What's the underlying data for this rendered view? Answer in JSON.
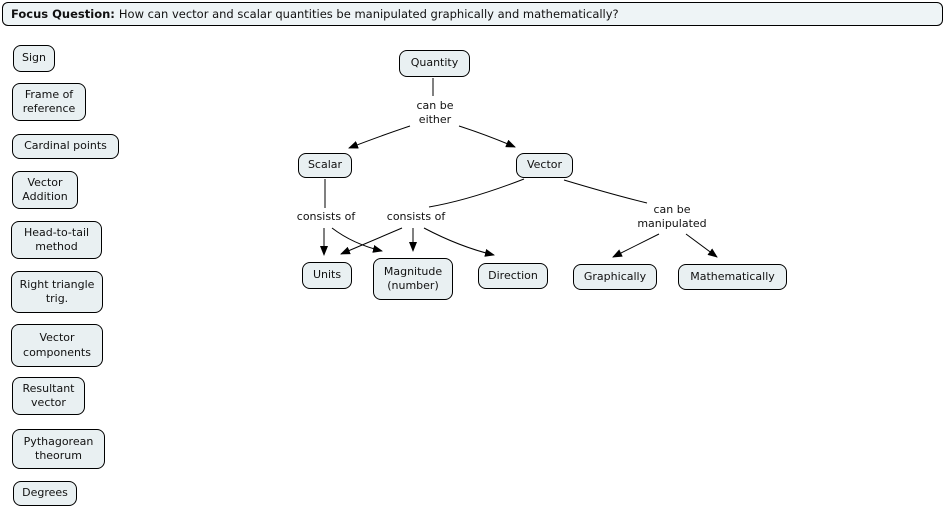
{
  "focus_question": {
    "label": "Focus Question:",
    "text": "How can vector and scalar quantities be manipulated graphically and mathematically?"
  },
  "parking_lot": {
    "items": [
      "Sign",
      "Frame of reference",
      "Cardinal points",
      "Vector Addition",
      "Head-to-tail method",
      "Right triangle trig.",
      "Vector components",
      "Resultant vector",
      "Pythagorean theorum",
      "Degrees"
    ]
  },
  "concept_map": {
    "nodes": [
      {
        "id": "quantity",
        "label": "Quantity"
      },
      {
        "id": "scalar",
        "label": "Scalar"
      },
      {
        "id": "vector",
        "label": "Vector"
      },
      {
        "id": "units",
        "label": "Units"
      },
      {
        "id": "magnitude",
        "label": "Magnitude (number)"
      },
      {
        "id": "direction",
        "label": "Direction"
      },
      {
        "id": "graphically",
        "label": "Graphically"
      },
      {
        "id": "mathematically",
        "label": "Mathematically"
      }
    ],
    "linking_phrases": [
      {
        "id": "can-be-either",
        "label": "can be either",
        "from": "Quantity",
        "to": [
          "Scalar",
          "Vector"
        ]
      },
      {
        "id": "consists-of-scalar",
        "label": "consists of",
        "from": "Scalar",
        "to": [
          "Units",
          "Magnitude (number)"
        ]
      },
      {
        "id": "consists-of-vector",
        "label": "consists of",
        "from": "Vector",
        "to": [
          "Units",
          "Magnitude (number)",
          "Direction"
        ]
      },
      {
        "id": "can-be-manipulated",
        "label": "can be manipulated",
        "from": "Vector",
        "to": [
          "Graphically",
          "Mathematically"
        ]
      }
    ]
  },
  "colors": {
    "node_fill": "#e9f0f2",
    "node_border": "#000000",
    "canvas": "#ffffff",
    "banner_fill": "#eef4f6"
  }
}
